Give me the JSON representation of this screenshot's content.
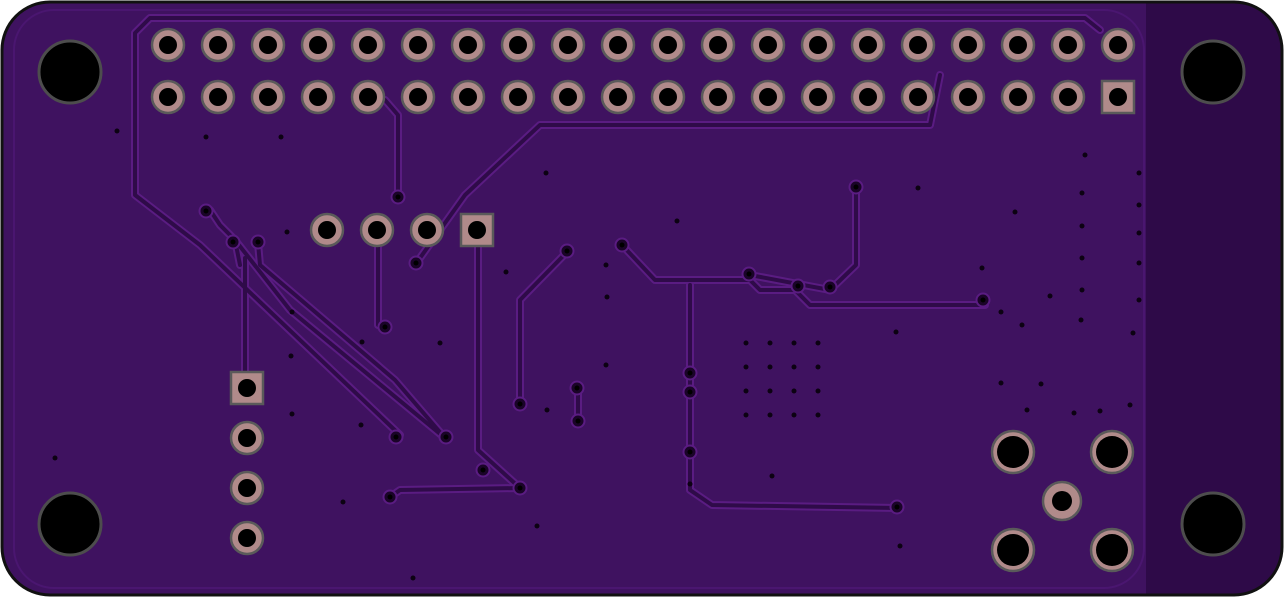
{
  "board": {
    "colors": {
      "background": "#ffffff",
      "substrate": "#3f1260",
      "copper_trace": "#2f0b49",
      "trace_outline": "#5a1c82",
      "edge_strip": "#2e0a48",
      "outline": "#111111",
      "pad": "#b08a8a",
      "pad_ring": "#5a5a5a",
      "drill": "#000000",
      "via_dot": "#0c0212"
    },
    "mounting_holes": 4,
    "header": {
      "rows": 2,
      "columns": 20
    },
    "connector_4pin_horizontal": {
      "pins": 4,
      "square_pin": "right"
    },
    "connector_4pin_vertical": {
      "pins": 4,
      "square_pin": "top"
    },
    "rf_connector": {
      "pads": 5
    }
  }
}
